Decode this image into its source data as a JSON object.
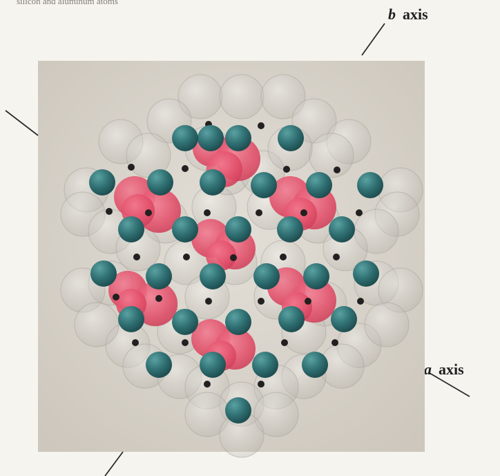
{
  "caption": "silicon and aluminum atoms",
  "axes": {
    "b": {
      "symbol": "b",
      "word": "axis"
    },
    "a": {
      "symbol": "a",
      "word": "axis"
    }
  },
  "colors": {
    "background": "#f6f4ef",
    "panel": "#d9d4cb",
    "red_atom": "#e8566f",
    "teal_atom": "#2f6f72",
    "clear_atom": "#bdb8b0",
    "dark_atom": "#222020"
  },
  "atom_types": [
    "red-oxygen-cluster",
    "teal-atom",
    "translucent-atom",
    "small-dark-atom"
  ]
}
